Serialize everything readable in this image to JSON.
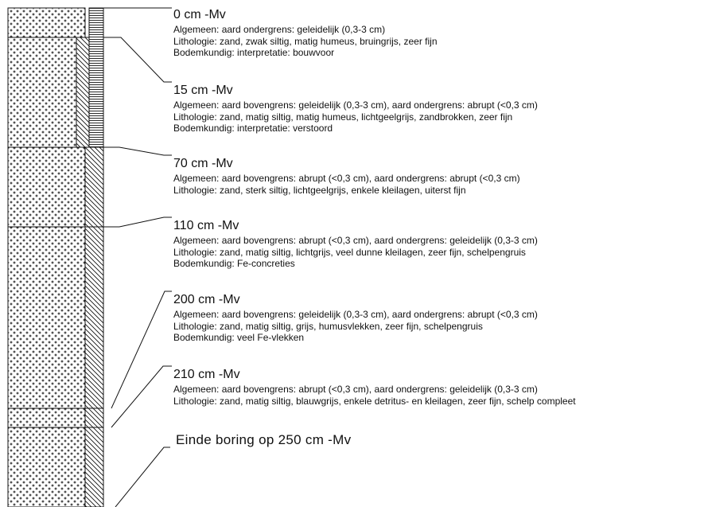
{
  "layers": [
    {
      "depth": "0 cm -Mv",
      "lines": [
        "Algemeen: aard ondergrens: geleidelijk (0,3-3 cm)",
        "Lithologie: zand, zwak siltig, matig humeus, bruingrijs, zeer fijn",
        "Bodemkundig: interpretatie: bouwvoor"
      ]
    },
    {
      "depth": "15 cm -Mv",
      "lines": [
        "Algemeen: aard bovengrens: geleidelijk (0,3-3 cm), aard ondergrens: abrupt (<0,3 cm)",
        "Lithologie: zand, matig siltig, matig humeus, lichtgeelgrijs, zandbrokken, zeer fijn",
        "Bodemkundig: interpretatie: verstoord"
      ]
    },
    {
      "depth": "70 cm -Mv",
      "lines": [
        "Algemeen: aard bovengrens: abrupt (<0,3 cm), aard ondergrens: abrupt (<0,3 cm)",
        "Lithologie: zand, sterk siltig, lichtgeelgrijs, enkele kleilagen, uiterst fijn"
      ]
    },
    {
      "depth": "110 cm -Mv",
      "lines": [
        "Algemeen: aard bovengrens: abrupt (<0,3 cm), aard ondergrens: geleidelijk (0,3-3 cm)",
        "Lithologie: zand, matig siltig, lichtgrijs, veel dunne kleilagen, zeer fijn, schelpengruis",
        "Bodemkundig: Fe-concreties"
      ]
    },
    {
      "depth": "200 cm -Mv",
      "lines": [
        "Algemeen: aard bovengrens: geleidelijk (0,3-3 cm), aard ondergrens: abrupt (<0,3 cm)",
        "Lithologie: zand, matig siltig, grijs, humusvlekken, zeer fijn, schelpengruis",
        "Bodemkundig: veel Fe-vlekken"
      ]
    },
    {
      "depth": "210 cm -Mv",
      "lines": [
        "Algemeen: aard bovengrens: abrupt (<0,3 cm), aard ondergrens: geleidelijk (0,3-3 cm)",
        "Lithologie: zand, matig siltig, blauwgrijs, enkele detritus- en kleilagen, zeer fijn, schelp compleet"
      ]
    }
  ],
  "end_label": "Einde boring op 250 cm -Mv"
}
